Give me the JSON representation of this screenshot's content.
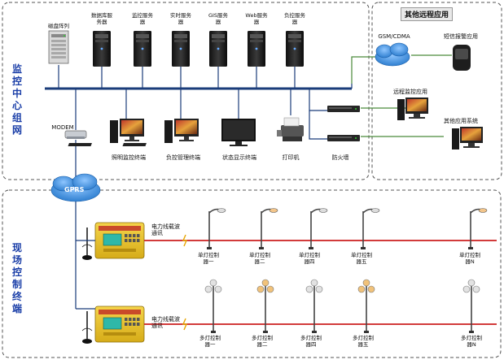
{
  "sections": {
    "monitor_center": "监控中心组网",
    "field_control": "现场控制终端",
    "other_remote": "其他远程应用"
  },
  "servers": [
    {
      "label": "磁盘阵列"
    },
    {
      "label": "数据库服务器"
    },
    {
      "label": "监控服务器"
    },
    {
      "label": "实时服务器"
    },
    {
      "label": "GIS服务器"
    },
    {
      "label": "Web服务器"
    },
    {
      "label": "负控服务器"
    }
  ],
  "terminals": {
    "modem": "MODEM",
    "roadlight_monitor": "照明监控终端",
    "load_mgmt": "负控管理终端",
    "status_display": "状态显示终端",
    "printer": "打印机",
    "firewall": "防火墙"
  },
  "remote": {
    "gsm": "GSM/CDMA",
    "sms_app": "短信报警应用",
    "remote_monitor": "远程监控应用",
    "other_system": "其他应用系统"
  },
  "network": {
    "gprs": "GPRS"
  },
  "field": {
    "powerline_comm_1": "电力线载波通讯",
    "powerline_comm_2": "电力线载波通讯",
    "single_lamps": [
      "单灯控制器一",
      "单灯控制器二",
      "单灯控制器四",
      "单灯控制器五",
      "单灯控制器N"
    ],
    "multi_lamps": [
      "多灯控制器一",
      "多灯控制器二",
      "多灯控制器四",
      "多灯控制器五",
      "多灯控制器N"
    ]
  },
  "colors": {
    "bus": "#1a3c7a",
    "red_line": "#cc1f1f",
    "green_line": "#4a8a3a",
    "gprs_cloud": "#2f7fd0",
    "section_title": "#1b3fa8"
  }
}
